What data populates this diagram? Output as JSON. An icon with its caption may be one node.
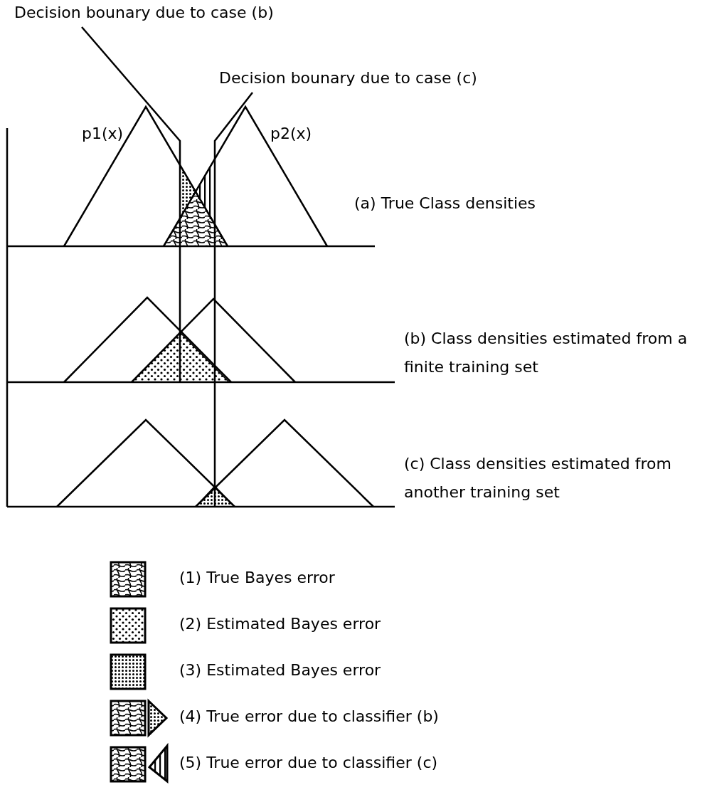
{
  "diagram": {
    "nodes": [
      {
        "text": [
          "Decision bounary due to case (b)"
        ]
      },
      {
        "text": [
          "Decision bounary due to case (c)"
        ]
      }
    ],
    "edges": [
      {
        "from": 0,
        "to": null,
        "arrow": "none"
      },
      {
        "from": 1,
        "to": null,
        "arrow": "none"
      }
    ],
    "labels": [
      "p1(x)",
      "p2(x)",
      "(a) True Class densities",
      "(b) Class densities estimated from a finite training set",
      "(c) Class densities estimated from another training set"
    ],
    "legend": [
      {
        "text": "(1) True Bayes error"
      },
      {
        "text": "(2) Estimated Bayes error"
      },
      {
        "text": "(3) Estimated Bayes error"
      },
      {
        "text": "(4) True error due to classifier (b)"
      },
      {
        "text": "(5) True error due to classifier (c)"
      }
    ]
  }
}
